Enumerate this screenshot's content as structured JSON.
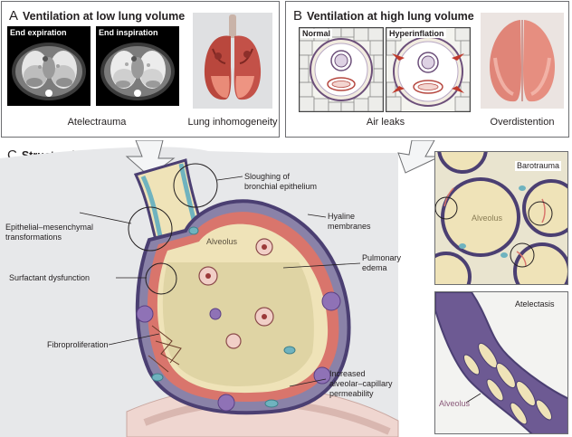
{
  "panel_a": {
    "letter": "A",
    "title": "Ventilation at low lung volume",
    "ct_left_label": "End expiration",
    "ct_right_label": "End inspiration",
    "caption_left": "Atelectrauma",
    "caption_right": "Lung inhomogeneity"
  },
  "panel_b": {
    "letter": "B",
    "title": "Ventilation at high lung volume",
    "normal_label": "Normal",
    "hyper_label": "Hyperinflation",
    "caption_left": "Air leaks",
    "caption_right": "Overdistention"
  },
  "panel_c": {
    "letter": "C",
    "title": "Structural consequences",
    "labels": {
      "sloughing": "Sloughing of\nbronchial epithelium",
      "emt": "Epithelial–mesenchymal\ntransformations",
      "hyaline": "Hyaline\nmembranes",
      "alveolus": "Alveolus",
      "edema": "Pulmonary\nedema",
      "surfactant": "Surfactant dysfunction",
      "fibro": "Fibroproliferation",
      "permeability": "Increased\nalveolar–capillary\npermeability"
    },
    "inset_barotrauma": {
      "title": "Barotrauma",
      "alveolus": "Alveolus"
    },
    "inset_atelectasis": {
      "title": "Atelectasis",
      "alveolus": "Alveolus"
    }
  },
  "colors": {
    "border": "#6d6e71",
    "alveolus_fill": "#efe3b8",
    "edema_fill": "#ddd2a2",
    "wall": "#4b3f72",
    "hyaline": "#d9756c",
    "epithelium": "#6fb3bf",
    "lung": "#e07c72",
    "arrow_fill": "#f3f4f5"
  }
}
